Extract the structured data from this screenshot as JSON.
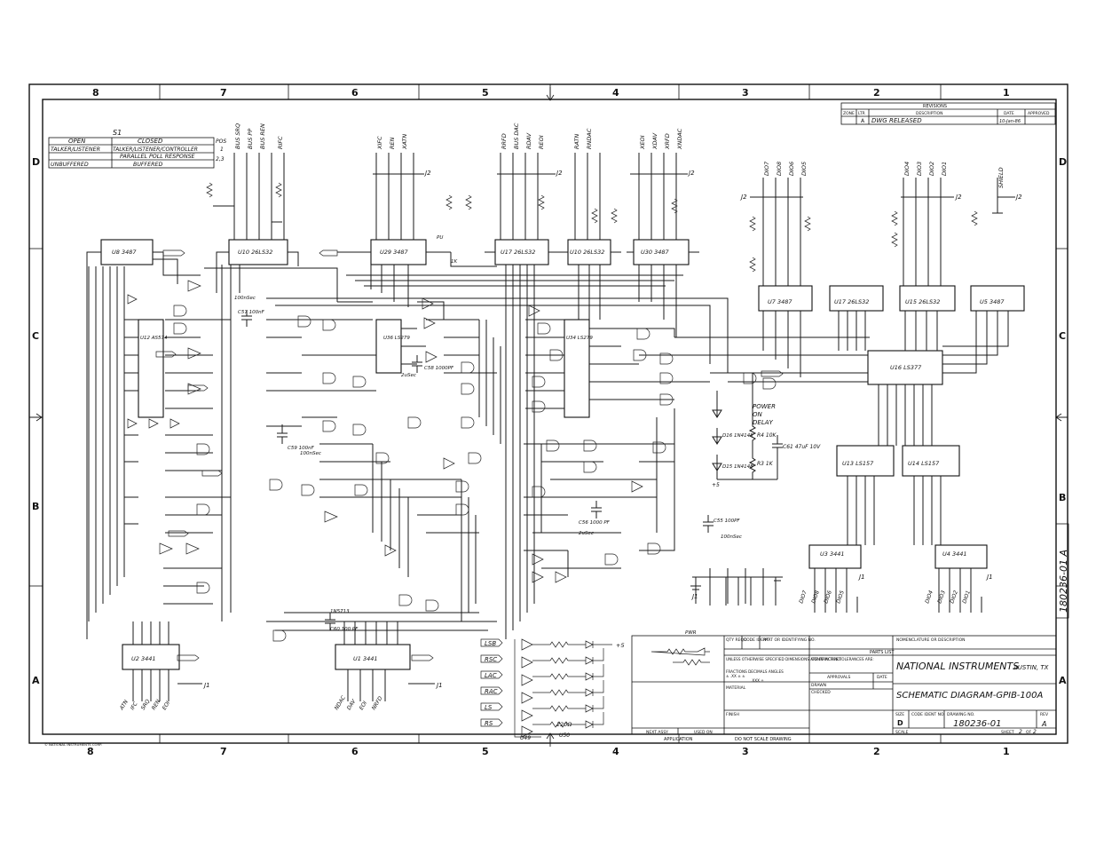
{
  "frame": {
    "col_labels": [
      "8",
      "7",
      "6",
      "5",
      "4",
      "3",
      "2",
      "1"
    ],
    "row_labels": [
      "D",
      "C",
      "B",
      "A"
    ]
  },
  "revisions": {
    "header": "REVISIONS",
    "cols": [
      "ZONE",
      "LTR",
      "DESCRIPTION",
      "DATE",
      "APPROVED"
    ],
    "row": {
      "zone": "",
      "ltr": "A",
      "description": "DWG RELEASED",
      "date": "10-Jan-86",
      "approved": ""
    }
  },
  "switch_table": {
    "label": "S1",
    "head_open": "OPEN",
    "head_closed": "CLOSED",
    "pos_label": "POS",
    "rows": [
      {
        "open": "TALKER/LISTENER",
        "closed": "TALKER/LISTENER/CONTROLLER",
        "pos": "1"
      },
      {
        "open": "",
        "closed": "PARALLEL POLL RESPONSE",
        "pos": "2,3"
      },
      {
        "open": "UNBUFFERED",
        "closed": "BUFFERED",
        "pos": ""
      }
    ]
  },
  "signals_top": [
    "BUS SRQ",
    "BUS PP",
    "BUS REN",
    "RIFC",
    "XIFC",
    "REN",
    "XATN",
    "RRFD",
    "BUS DAC",
    "RDAV",
    "REOI",
    "RATN",
    "RNDAC",
    "XEOI",
    "XDAV",
    "XRFD",
    "XNDAC",
    "DIO7",
    "DIO8",
    "DIO6",
    "DIO5",
    "DIO4",
    "DIO3",
    "DIO2",
    "DIO1",
    "SHIELD"
  ],
  "chips": [
    {
      "name": "U8 3487"
    },
    {
      "name": "U10 26LS32"
    },
    {
      "name": "U29 3487"
    },
    {
      "name": "U17 26LS32"
    },
    {
      "name": "U10 26LS32"
    },
    {
      "name": "U30 3487"
    },
    {
      "name": "U7 3487"
    },
    {
      "name": "U17 26LS32"
    },
    {
      "name": "U15 26LS32"
    },
    {
      "name": "U5 3487"
    },
    {
      "name": "U13 LS157"
    },
    {
      "name": "U14 LS157"
    },
    {
      "name": "U3 3441"
    },
    {
      "name": "U4 3441"
    },
    {
      "name": "U2 3441"
    },
    {
      "name": "U1 3441"
    },
    {
      "name": "U16 LS377"
    },
    {
      "name": "U36 LS279"
    },
    {
      "name": "U34 LS279"
    },
    {
      "name": "U12 AS574"
    }
  ],
  "connector": {
    "j1": "J1",
    "j2": "J2"
  },
  "power_delay": {
    "label": "POWER ON DELAY",
    "r4": "R4 10K",
    "r3": "R3 1K",
    "c61": "C61 47uF 10V",
    "d16": "D16 1N4148",
    "d15": "D15 1N4148",
    "vcc": "+5"
  },
  "misc_labels": {
    "c57": "C57 100nF",
    "c59": "C59 100nF",
    "c58": "C58 1000PF",
    "c56": "C56 1000 PF",
    "c55": "C55 100PF",
    "c60": "C60 100 PF",
    "time1": "100nSec",
    "time2": "2uSec",
    "time3": "100nSec",
    "time4": "2uSec",
    "time5": "100nSec",
    "pu": "PU",
    "pwr": "PWR",
    "led": "220Ω",
    "u50": "U50",
    "u49": "U49",
    "r_1k": "1K",
    "d_in5713": "1N5713"
  },
  "bus_lines_bottom_left": [
    "ATN",
    "IFC",
    "SRQ",
    "REN",
    "EOI"
  ],
  "bus_lines_bottom_mid": [
    "NDAC",
    "DAV",
    "EOI",
    "NRFD"
  ],
  "bus_lines_bottom_right1": [
    "DIO7",
    "DIO8",
    "DIO6",
    "DIO5"
  ],
  "bus_lines_bottom_right2": [
    "DIO4",
    "DIO3",
    "DIO2",
    "DIO1"
  ],
  "led_labels": [
    "LSB",
    "RSC",
    "LAC",
    "RAC",
    "LS",
    "RS"
  ],
  "title_block": {
    "parts_cols": [
      "QTY REQD",
      "CODE IDENT",
      "PART OR IDENTIFYING NO.",
      "NOMENCLATURE OR DESCRIPTION"
    ],
    "parts_list": "PARTS LIST",
    "notes1": "UNLESS OTHERWISE SPECIFIED DIMENSIONS ARE IN INCHES TOLERANCES ARE:",
    "notes2": "FRACTIONS  DECIMALS  ANGLES",
    "notes3": "±  .XX ±  ±",
    "notes4": ".XXX ±",
    "contract": "CONTRACT NO.",
    "approvals": "APPROVALS",
    "date": "DATE",
    "drawn": "DRAWN",
    "checked": "CHECKED",
    "material": "MATERIAL",
    "finish": "FINISH",
    "next_assy": "NEXT ASSY",
    "used_on": "USED ON",
    "application": "APPLICATION",
    "dns": "DO NOT SCALE DRAWING",
    "company": "NATIONAL INSTRUMENTS",
    "location": "AUSTIN, TX",
    "title": "SCHEMATIC DIAGRAM-GPIB-100A",
    "size_label": "SIZE",
    "size": "D",
    "code_ident": "CODE IDENT NO.",
    "dwg_no_label": "DRAWING NO.",
    "dwg_no": "180236-01",
    "rev_label": "REV",
    "rev": "A",
    "scale": "SCALE",
    "sheet_label": "SHEET",
    "sheet": "2",
    "of": "OF",
    "total": "2"
  },
  "side_number": "180236-01 A",
  "copyright": "© NATIONAL INSTRUMENTS CORP."
}
